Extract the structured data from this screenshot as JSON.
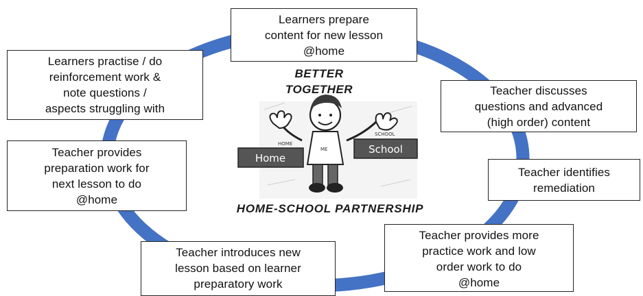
{
  "cycle_boxes": {
    "prepare": "Learners prepare\ncontent for new lesson\n@home",
    "discusses": "Teacher discusses\nquestions and advanced\n(high order) content",
    "identifies": "Teacher identifies\nremediation",
    "practice": "Teacher provides more\npractice work and low\norder work to do\n@home",
    "introduces": "Teacher introduces new\nlesson based on learner\npreparatory work",
    "preparation": "Teacher provides\npreparation work for\nnext lesson to do\n@home",
    "practise": "Learners practise / do\nreinforcement work &\nnote questions /\naspects struggling with"
  },
  "center": {
    "title_line1": "BETTER",
    "title_line2": "TOGETHER",
    "partnership": "HOME-SCHOOL PARTNERSHIP",
    "sign_home": "Home",
    "sign_school": "School",
    "small_home": "HOME",
    "small_me": "ME",
    "small_school": "SCHOOL"
  },
  "colors": {
    "ring": "#4472C4",
    "box_border": "#222222",
    "sign_fill": "#555555"
  }
}
